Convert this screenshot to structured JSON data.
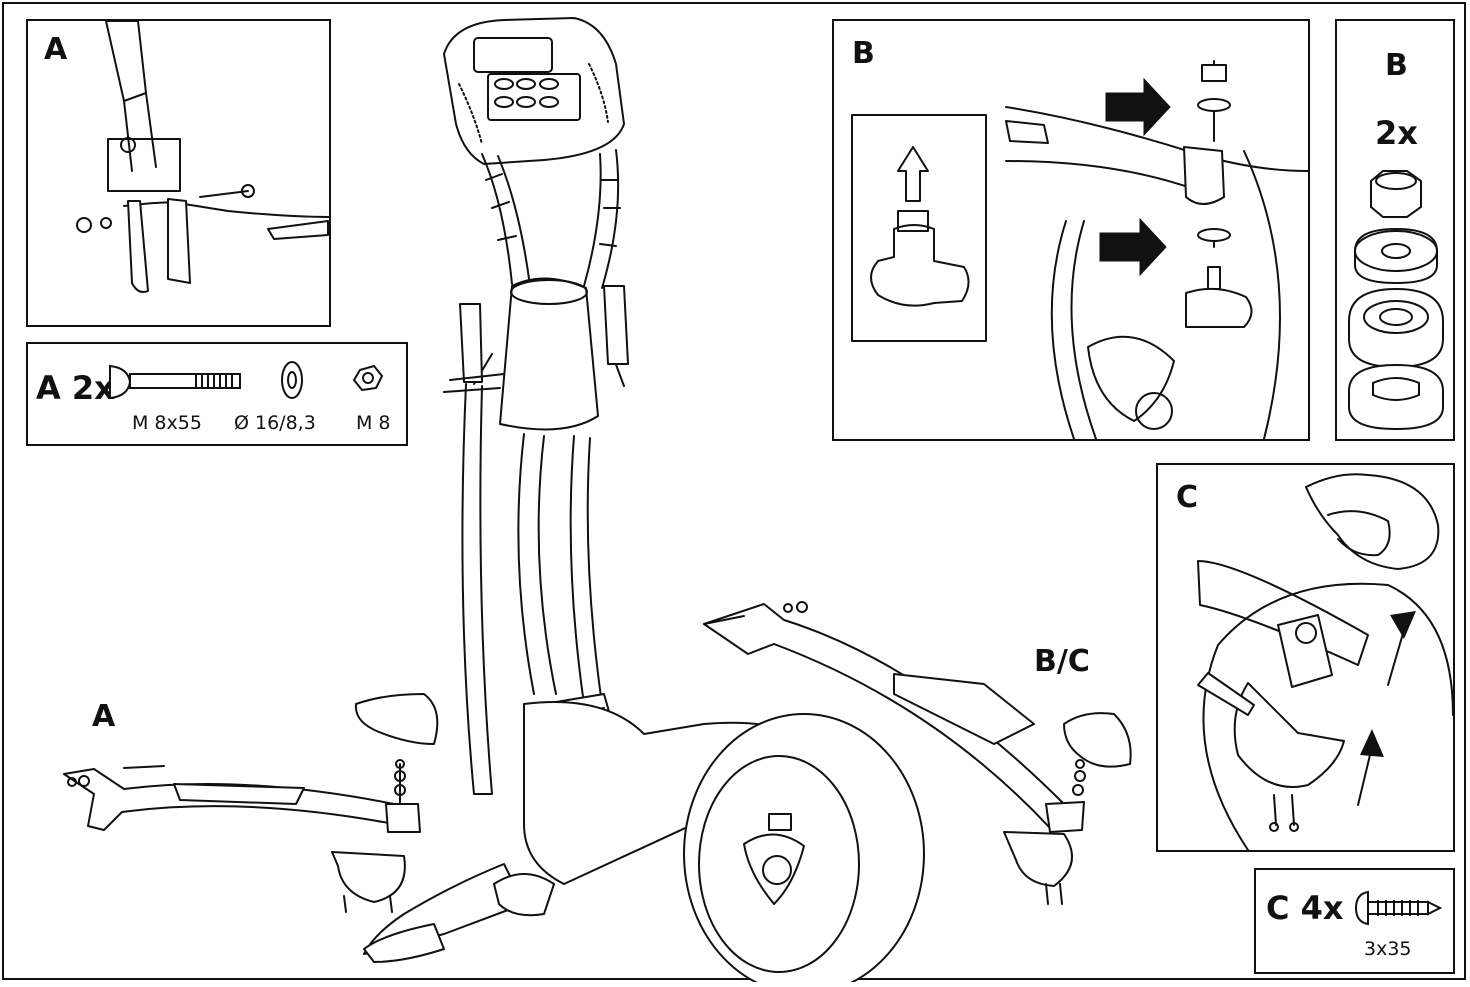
{
  "panels": {
    "a_detail": {
      "label": "A"
    },
    "a_parts": {
      "title": "A 2x",
      "bolt": "M 8x55",
      "washer": "Ø 16/8,3",
      "nut": "M 8"
    },
    "b_detail": {
      "label": "B"
    },
    "b_parts": {
      "label": "B",
      "qty": "2x"
    },
    "c_detail": {
      "label": "C"
    },
    "c_parts": {
      "title": "C 4x",
      "screw": "3x35"
    }
  },
  "main": {
    "label_left": "A",
    "label_right": "B/C"
  },
  "icons": [
    "bolt-icon",
    "washer-icon",
    "nut-icon",
    "screw-icon",
    "arrow-icon"
  ],
  "colors": {
    "ink": "#111111",
    "paper": "#ffffff",
    "shade": "#9a9a9a"
  }
}
